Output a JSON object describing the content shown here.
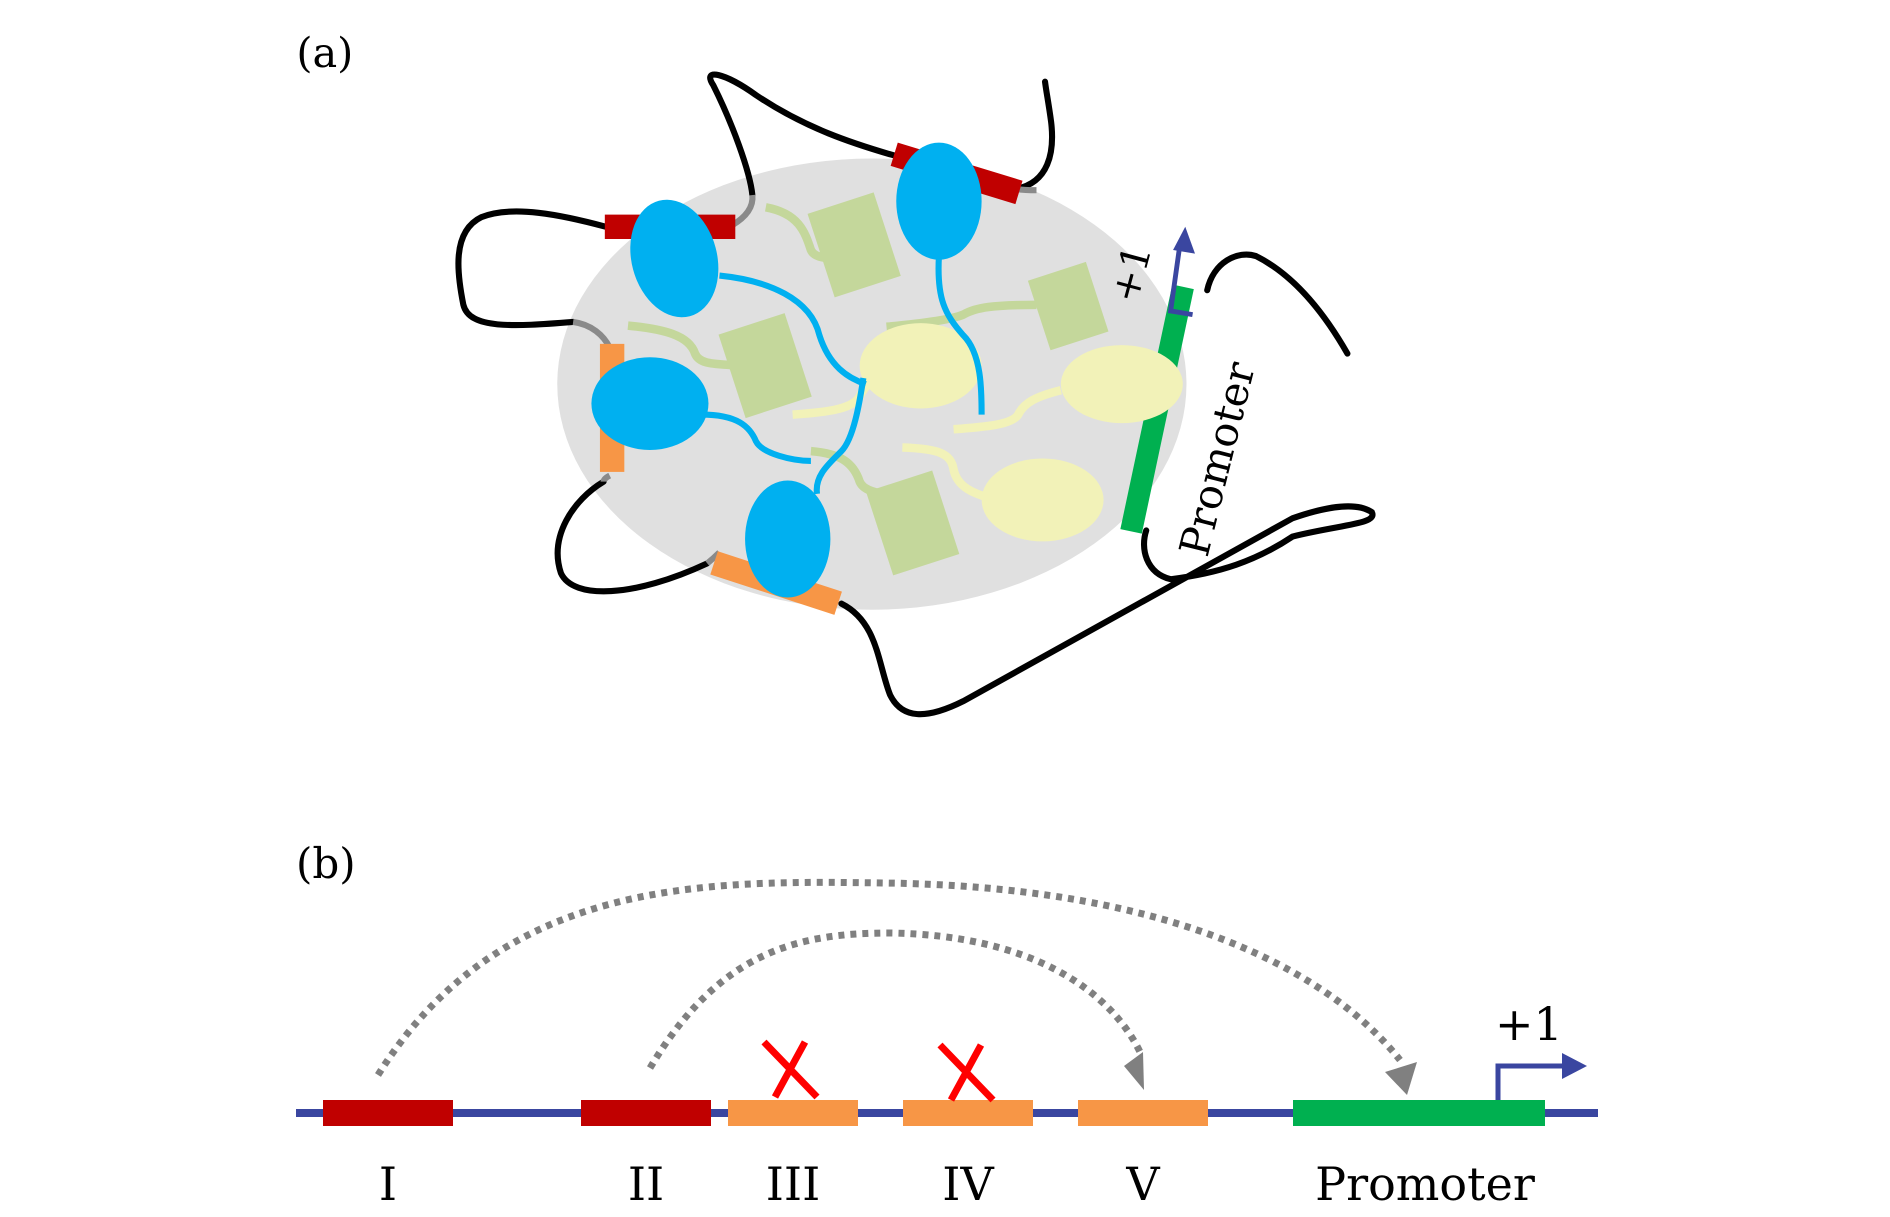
{
  "panel_a": {
    "label": "(a)",
    "promoter_label": "Promoter",
    "tss_label": "+1"
  },
  "panel_b": {
    "label": "(b)",
    "elements": [
      {
        "name": "I",
        "type": "enhancer-active"
      },
      {
        "name": "II",
        "type": "enhancer-active"
      },
      {
        "name": "III",
        "type": "enhancer-inactive",
        "blocked": true
      },
      {
        "name": "IV",
        "type": "enhancer-inactive",
        "blocked": true
      },
      {
        "name": "V",
        "type": "enhancer-inactive",
        "blocked": false
      },
      {
        "name": "Promoter",
        "type": "promoter"
      }
    ],
    "interactions": [
      {
        "from": "I",
        "to": "Promoter"
      },
      {
        "from": "II",
        "to": "V"
      }
    ],
    "tss_label": "+1"
  },
  "colors": {
    "active_enhancer": "#C00000",
    "inactive_enhancer": "#F79646",
    "promoter": "#00B050",
    "dna_line": "#3A46A0",
    "condensate": "#E0E0E0",
    "protein_blue": "#00B0F0",
    "protein_green": "#C4D79B",
    "protein_yellow": "#F2F2B8",
    "interaction_arrow": "#808080",
    "block_mark": "#FF0000",
    "chromatin": "#000000"
  }
}
